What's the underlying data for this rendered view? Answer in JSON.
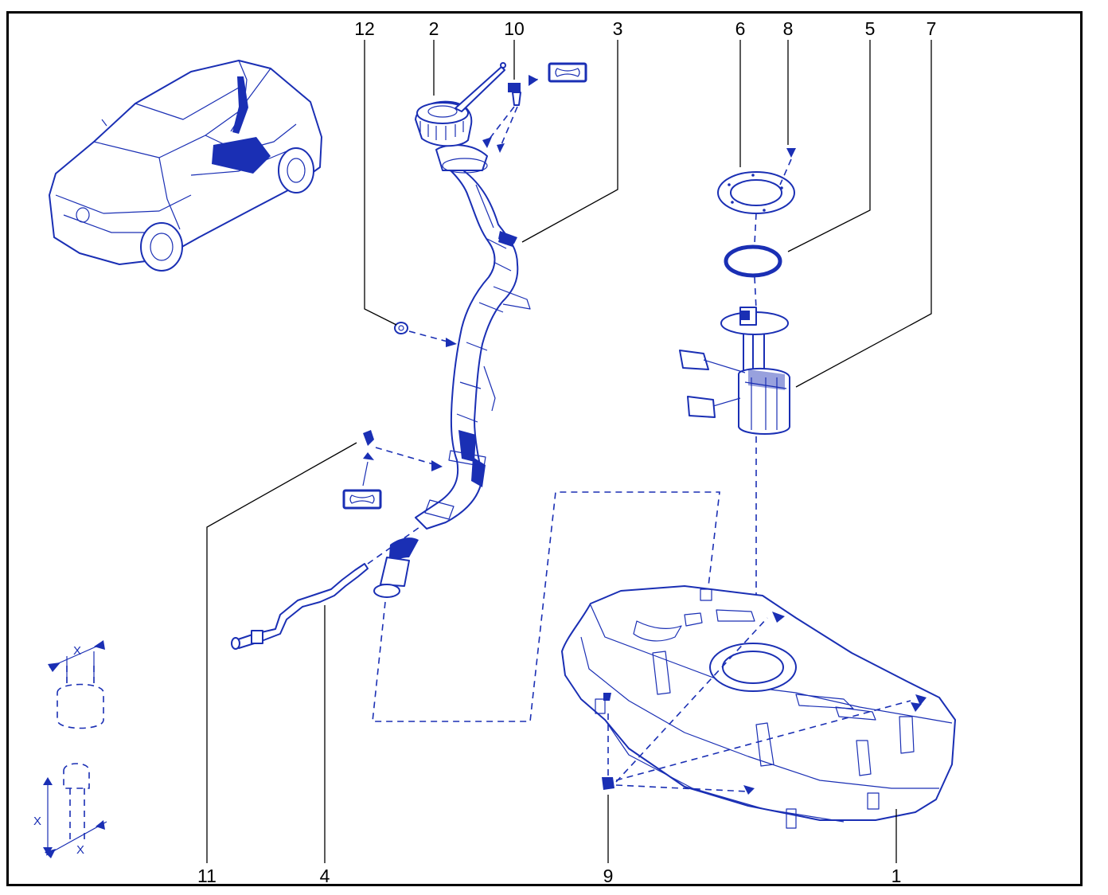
{
  "callouts": {
    "c12": "12",
    "c2": "2",
    "c10": "10",
    "c3": "3",
    "c6": "6",
    "c8": "8",
    "c5": "5",
    "c7": "7",
    "c11": "11",
    "c4": "4",
    "c9": "9",
    "c1": "1"
  },
  "dimension_marks": {
    "nut_x": "X",
    "bolt_x_side": "X",
    "bolt_x_bottom": "X"
  },
  "colors": {
    "line_art": "#1a2fb4",
    "callout_text": "#000000"
  }
}
